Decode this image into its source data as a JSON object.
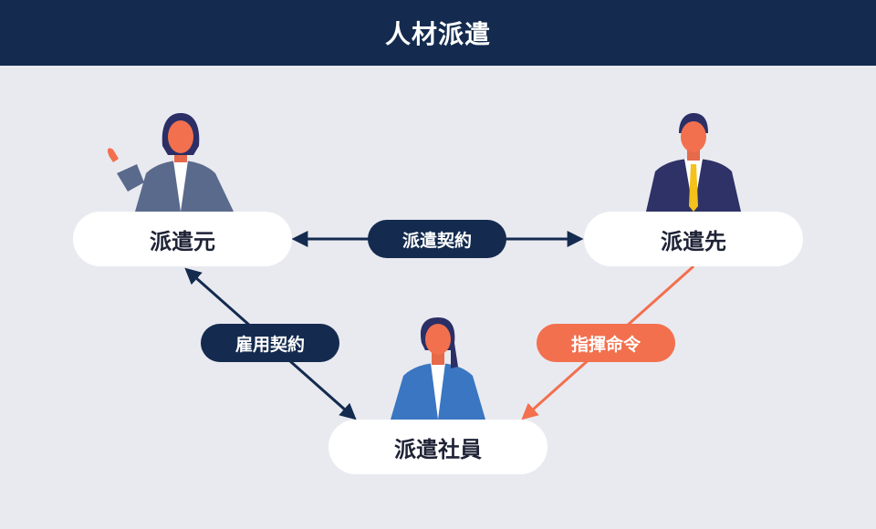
{
  "header": {
    "title": "人材派遣"
  },
  "nodes": {
    "dispatcher": "派遣元",
    "client": "派遣先",
    "worker": "派遣社員"
  },
  "relations": {
    "dispatch_contract": "派遣契約",
    "employment_contract": "雇用契約",
    "command_order": "指揮命令"
  },
  "colors": {
    "navy": "#142b4f",
    "orange": "#f2704e",
    "background": "#e9eaf0"
  }
}
